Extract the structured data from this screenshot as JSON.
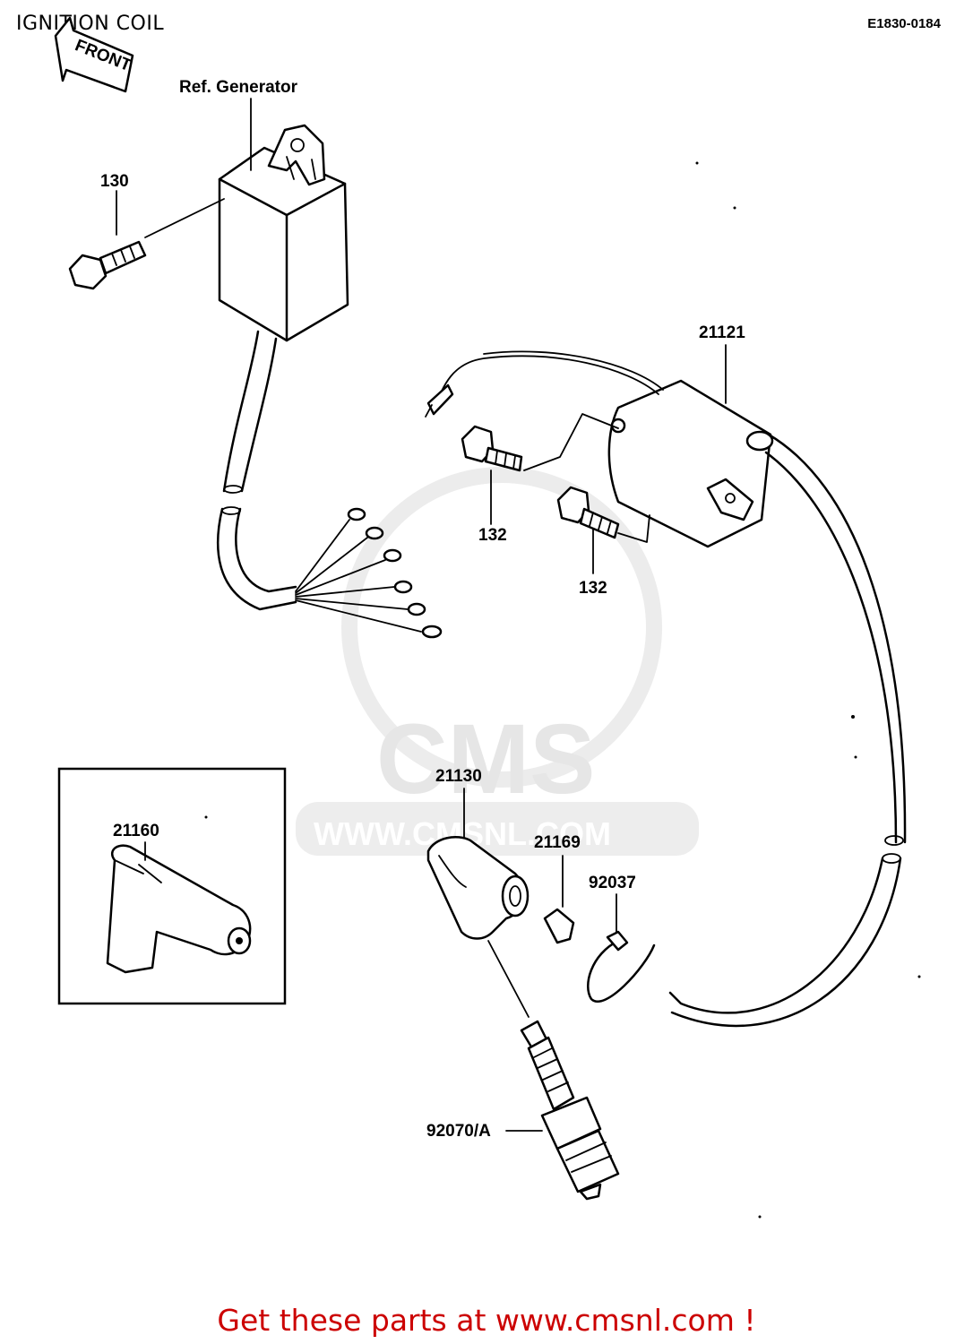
{
  "header": {
    "title": "IGNITION COIL",
    "diagram_code": "E1830-0184"
  },
  "front_arrow": {
    "label": "FRONT"
  },
  "callouts": {
    "ref_generator": "Ref. Generator",
    "p130": "130",
    "p21121": "21121",
    "p132a": "132",
    "p132b": "132",
    "p21160": "21160",
    "p21130": "21130",
    "p21169": "21169",
    "p92037": "92037",
    "p92070": "92070/A"
  },
  "watermark": {
    "brand": "CMS",
    "url": "WWW.CMSNL.COM"
  },
  "footer": {
    "link_text": "Get these parts at www.cmsnl.com !",
    "color": "#cc0000"
  }
}
